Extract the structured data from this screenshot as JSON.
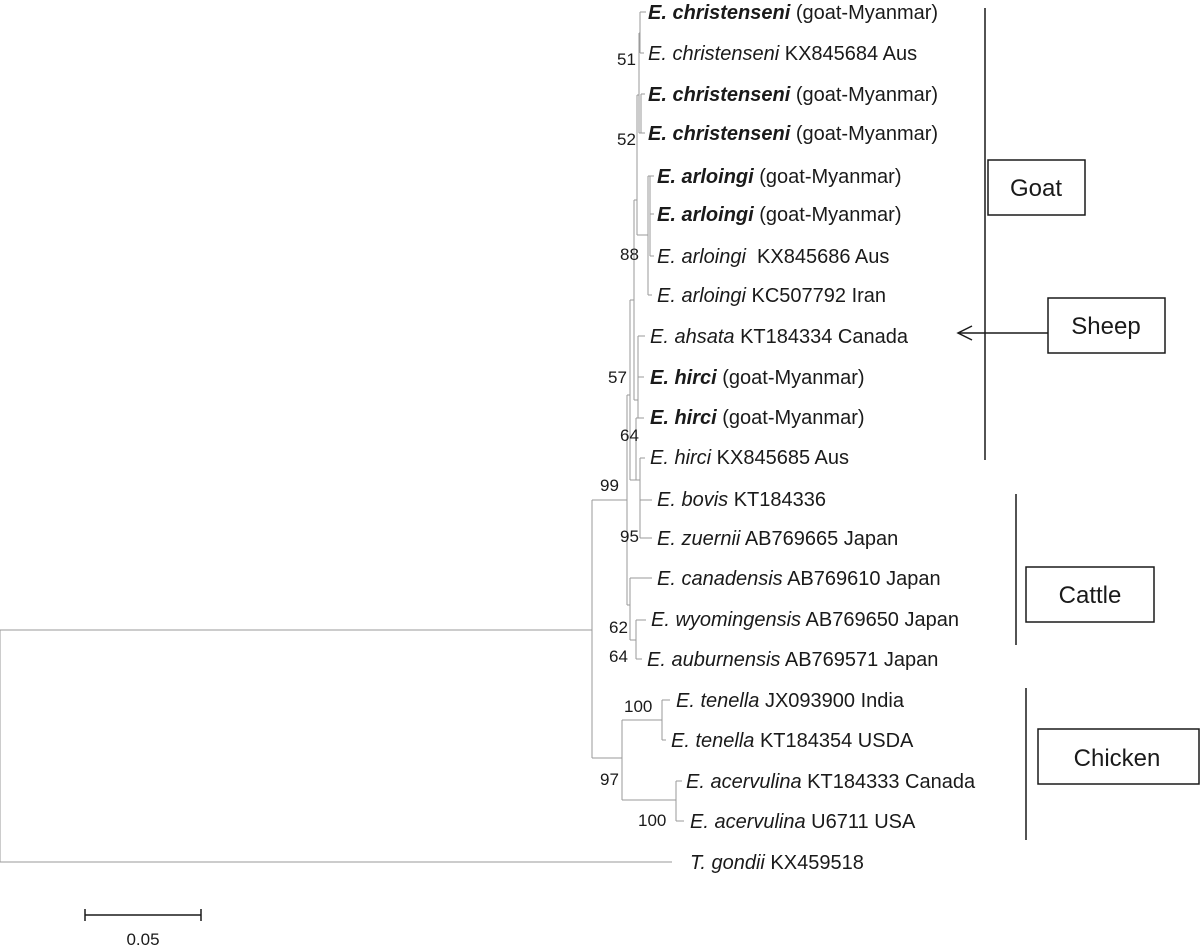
{
  "taxa": [
    {
      "species": "E. christenseni",
      "rest": " (goat-Myanmar)",
      "bold": true
    },
    {
      "species": "E. christenseni",
      "rest": " KX845684 Aus",
      "bold": false
    },
    {
      "species": "E. christenseni",
      "rest": " (goat-Myanmar)",
      "bold": true
    },
    {
      "species": "E. christenseni",
      "rest": " (goat-Myanmar)",
      "bold": true
    },
    {
      "species": "E. arloingi",
      "rest": " (goat-Myanmar)",
      "bold": true
    },
    {
      "species": "E. arloingi",
      "rest": " (goat-Myanmar)",
      "bold": true
    },
    {
      "species": "E. arloingi",
      "rest": "  KX845686 Aus",
      "bold": false
    },
    {
      "species": "E. arloingi",
      "rest": " KC507792 Iran",
      "bold": false
    },
    {
      "species": "E. ahsata",
      "rest": " KT184334 Canada",
      "bold": false
    },
    {
      "species": "E. hirci",
      "rest": " (goat-Myanmar)",
      "bold": true
    },
    {
      "species": "E. hirci",
      "rest": " (goat-Myanmar)",
      "bold": true
    },
    {
      "species": "E. hirci",
      "rest": " KX845685 Aus",
      "bold": false
    },
    {
      "species": "E. bovis",
      "rest": " KT184336",
      "bold": false
    },
    {
      "species": "E. zuernii",
      "rest": " AB769665 Japan",
      "bold": false
    },
    {
      "species": "E. canadensis",
      "rest": " AB769610 Japan",
      "bold": false
    },
    {
      "species": "E. wyomingensis",
      "rest": " AB769650 Japan",
      "bold": false
    },
    {
      "species": "E. auburnensis",
      "rest": " AB769571 Japan",
      "bold": false
    },
    {
      "species": "E. tenella",
      "rest": " JX093900 India",
      "bold": false
    },
    {
      "species": "E. tenella",
      "rest": " KT184354 USDA",
      "bold": false
    },
    {
      "species": "E. acervulina",
      "rest": " KT184333 Canada",
      "bold": false
    },
    {
      "species": "E. acervulina",
      "rest": " U6711 USA",
      "bold": false
    },
    {
      "species": "T. gondii",
      "rest": " KX459518",
      "bold": false
    }
  ],
  "bootstrap": [
    "51",
    "52",
    "88",
    "57",
    "64",
    "99",
    "95",
    "62",
    "64",
    "100",
    "97",
    "100"
  ],
  "groups": {
    "goat": "Goat",
    "sheep": "Sheep",
    "cattle": "Cattle",
    "chicken": "Chicken"
  },
  "scale": {
    "label": "0.05",
    "value": 0.05
  }
}
